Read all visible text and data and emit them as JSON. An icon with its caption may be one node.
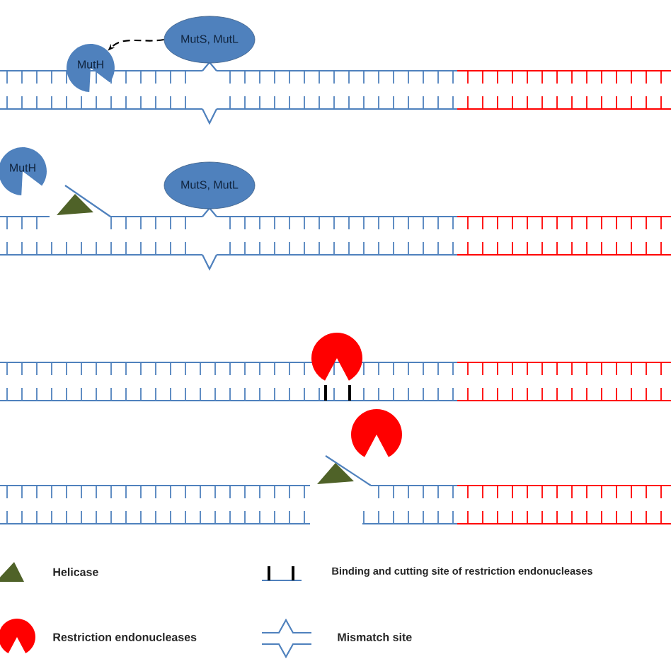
{
  "diagram": {
    "nodes": [
      {
        "text": [
          "MutS, MutL"
        ]
      },
      {
        "text": [
          "MutH"
        ]
      },
      {
        "text": [
          "MutH"
        ]
      },
      {
        "text": [
          "MutS, MutL"
        ]
      }
    ],
    "edges": [
      {
        "from": 0,
        "to": 1,
        "arrow": "to",
        "style": "dashed"
      }
    ],
    "legend": [
      {
        "text": "Helicase"
      },
      {
        "text": "Binding and cutting site of restriction endonucleases"
      },
      {
        "text": "Restriction endonucleases"
      },
      {
        "text": "Mismatch site"
      }
    ]
  }
}
